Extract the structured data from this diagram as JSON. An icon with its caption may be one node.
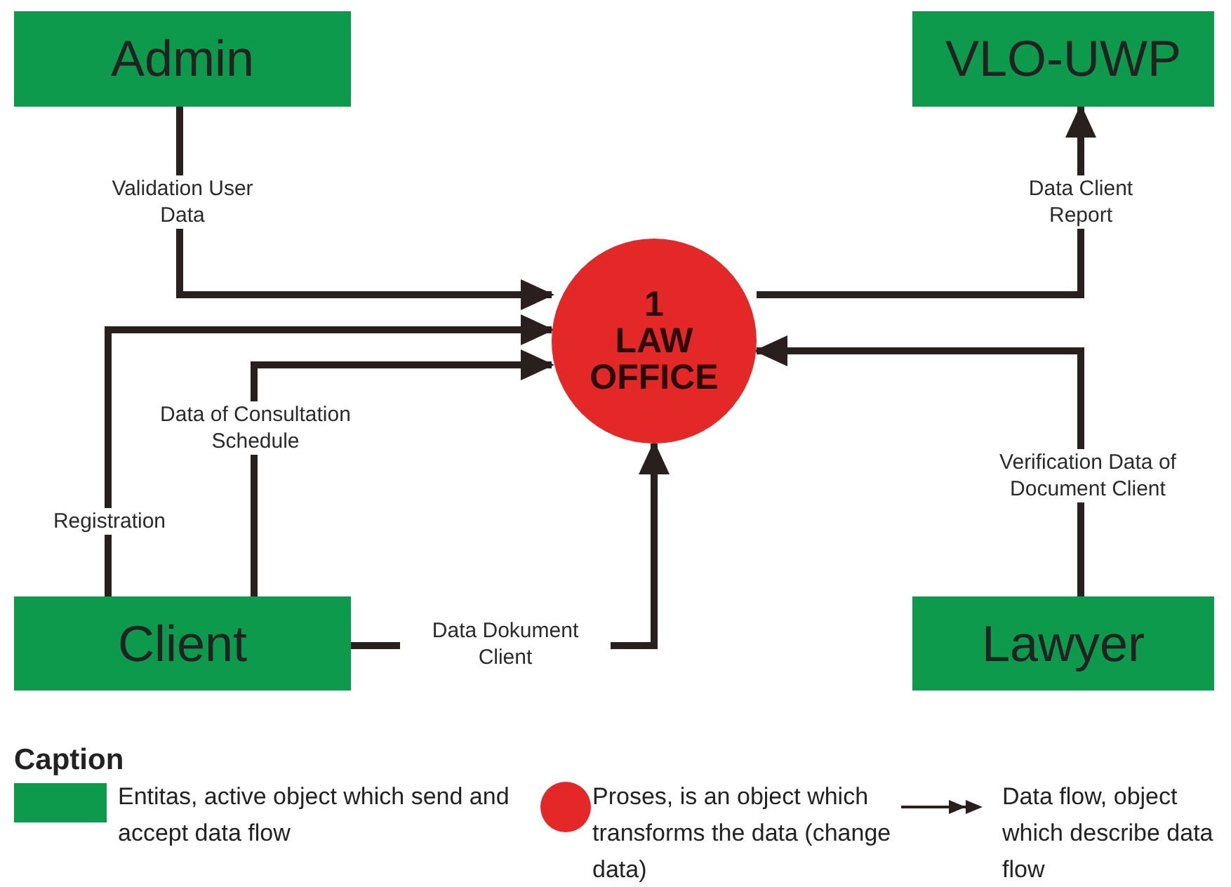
{
  "diagram": {
    "nodes": [
      {
        "text": [
          "Admin"
        ]
      },
      {
        "text": [
          "VLO-UWP"
        ]
      },
      {
        "text": [
          "1",
          "LAW OFFICE"
        ]
      },
      {
        "text": [
          "Client"
        ]
      },
      {
        "text": [
          "Lawyer"
        ]
      }
    ],
    "edges": [
      {
        "from": 0,
        "to": 2,
        "arrow": "to",
        "label": "Validation User Data"
      },
      {
        "from": 2,
        "to": 1,
        "arrow": "to",
        "label": "Data Client Report"
      },
      {
        "from": 3,
        "to": 2,
        "arrow": "to",
        "label": "Registration"
      },
      {
        "from": 3,
        "to": 2,
        "arrow": "to",
        "label": "Data of Consultation Schedule"
      },
      {
        "from": 3,
        "to": 2,
        "arrow": "to",
        "label": "Data Dokument Client"
      },
      {
        "from": 4,
        "to": 2,
        "arrow": "to",
        "label": "Verification Data of Document Client"
      }
    ],
    "labels": [
      "Caption"
    ],
    "legend": [
      {
        "text": "Entitas, active object which send and accept data flow",
        "color": "#0e9a4c"
      },
      {
        "text": "Proses, is an object which transforms the data (change data)",
        "color": "#e42828"
      },
      {
        "text": "Data flow, object which describe data flow"
      }
    ]
  }
}
